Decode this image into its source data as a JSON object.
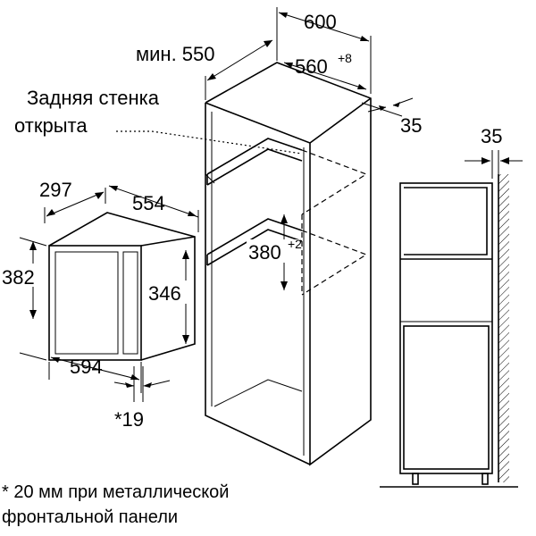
{
  "dimensions": {
    "cabinet_width": "600",
    "min_depth_label": "мин. 550",
    "niche_width": "560",
    "niche_width_tolerance": "+8",
    "side_offset": "35",
    "rear_note_line1": "Задняя стенка",
    "rear_note_line2": "открыта",
    "oven_depth": "297",
    "oven_width_top": "554",
    "oven_height": "382",
    "oven_inner_height": "346",
    "oven_width_bottom": "594",
    "oven_front_offset": "*19",
    "niche_height": "380",
    "niche_height_tolerance": "+2",
    "side_view_gap": "35"
  },
  "footnote": {
    "line1": "* 20 мм при металлической",
    "line2": "фронтальной панели"
  }
}
